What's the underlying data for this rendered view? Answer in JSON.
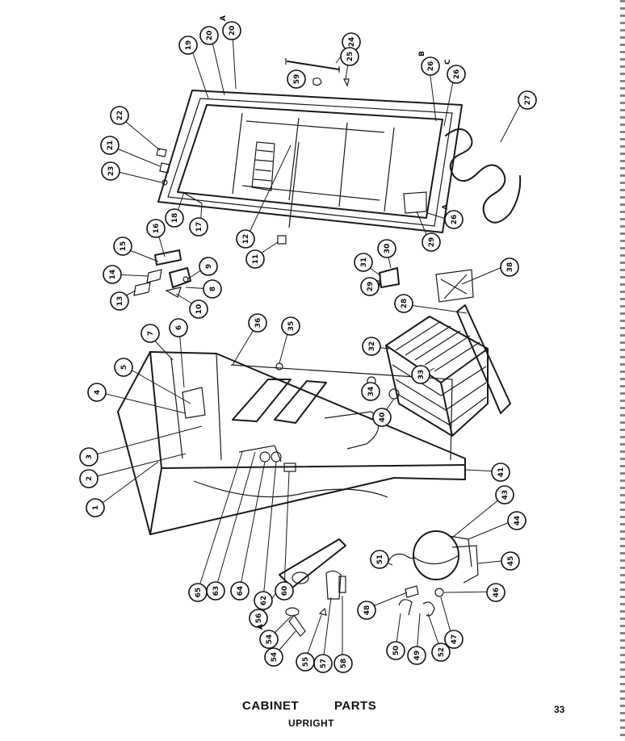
{
  "heading": {
    "title_left": "CABINET",
    "title_right": "PARTS",
    "subtitle": "UPRIGHT",
    "page_number": "33"
  },
  "colors": {
    "ink": "#1a1a1a",
    "paper": "#ffffff"
  },
  "callouts": [
    {
      "id": "c19",
      "label": "19"
    },
    {
      "id": "c20",
      "label": "20"
    },
    {
      "id": "c20a",
      "label": "20",
      "suffix": "A"
    },
    {
      "id": "c24",
      "label": "24"
    },
    {
      "id": "c25",
      "label": "25"
    },
    {
      "id": "c59",
      "label": "59"
    },
    {
      "id": "c26b",
      "label": "26",
      "suffix": "B"
    },
    {
      "id": "c26c",
      "label": "26",
      "suffix": "C"
    },
    {
      "id": "c27",
      "label": "27"
    },
    {
      "id": "c22",
      "label": "22"
    },
    {
      "id": "c21",
      "label": "21"
    },
    {
      "id": "c23",
      "label": "23"
    },
    {
      "id": "c18",
      "label": "18"
    },
    {
      "id": "c17",
      "label": "17"
    },
    {
      "id": "c12",
      "label": "12"
    },
    {
      "id": "c11",
      "label": "11"
    },
    {
      "id": "c29t",
      "label": "29"
    },
    {
      "id": "c26a",
      "label": "26",
      "suffix": "A"
    },
    {
      "id": "c16",
      "label": "16"
    },
    {
      "id": "c15",
      "label": "15"
    },
    {
      "id": "c14",
      "label": "14"
    },
    {
      "id": "c13",
      "label": "13"
    },
    {
      "id": "c9",
      "label": "9"
    },
    {
      "id": "c8",
      "label": "8"
    },
    {
      "id": "c10",
      "label": "10"
    },
    {
      "id": "c31",
      "label": "31"
    },
    {
      "id": "c30",
      "label": "30"
    },
    {
      "id": "c29b",
      "label": "29"
    },
    {
      "id": "c38",
      "label": "38"
    },
    {
      "id": "c28",
      "label": "28"
    },
    {
      "id": "c7",
      "label": "7"
    },
    {
      "id": "c6",
      "label": "6"
    },
    {
      "id": "c36",
      "label": "36"
    },
    {
      "id": "c35",
      "label": "35"
    },
    {
      "id": "c32",
      "label": "32"
    },
    {
      "id": "c33",
      "label": "33"
    },
    {
      "id": "c5",
      "label": "5"
    },
    {
      "id": "c4",
      "label": "4"
    },
    {
      "id": "c34",
      "label": "34"
    },
    {
      "id": "c40",
      "label": "40"
    },
    {
      "id": "c3",
      "label": "3"
    },
    {
      "id": "c2",
      "label": "2"
    },
    {
      "id": "c1",
      "label": "1"
    },
    {
      "id": "c41",
      "label": "41"
    },
    {
      "id": "c43",
      "label": "43"
    },
    {
      "id": "c44",
      "label": "44"
    },
    {
      "id": "c45",
      "label": "45"
    },
    {
      "id": "c51",
      "label": "51"
    },
    {
      "id": "c46",
      "label": "46"
    },
    {
      "id": "c48",
      "label": "48"
    },
    {
      "id": "c47",
      "label": "47"
    },
    {
      "id": "c50",
      "label": "50"
    },
    {
      "id": "c49",
      "label": "49"
    },
    {
      "id": "c52",
      "label": "52"
    },
    {
      "id": "c65",
      "label": "65"
    },
    {
      "id": "c63",
      "label": "63"
    },
    {
      "id": "c64",
      "label": "64"
    },
    {
      "id": "c62",
      "label": "62"
    },
    {
      "id": "c60",
      "label": "60"
    },
    {
      "id": "c56",
      "label": "56"
    },
    {
      "id": "c54a",
      "label": "54",
      "suffix": "A"
    },
    {
      "id": "c54",
      "label": "54"
    },
    {
      "id": "c55",
      "label": "55"
    },
    {
      "id": "c57",
      "label": "57"
    },
    {
      "id": "c58",
      "label": "58"
    }
  ]
}
